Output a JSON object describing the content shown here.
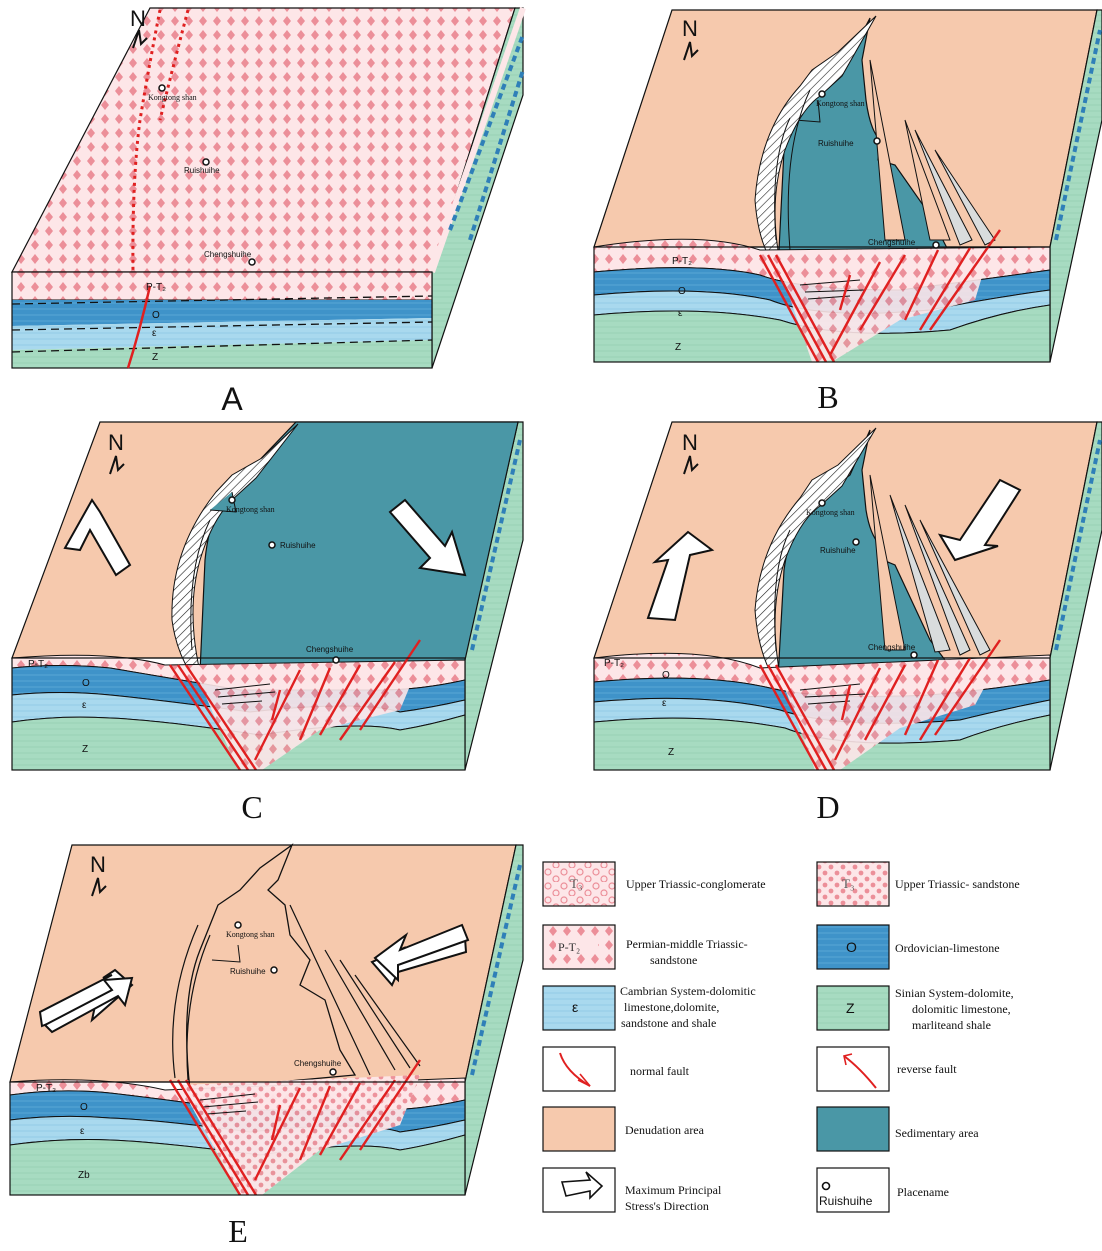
{
  "colors": {
    "denudation": "#f6c9ad",
    "sedimentary": "#4a97a6",
    "pt_layer_bg": "#fde6e8",
    "diamond": "#ec8f99",
    "ordovician": "#3f93c9",
    "cambrian": "#a9d9ee",
    "sinian": "#a7dbc1",
    "fault": "#e02020",
    "outline": "#111111"
  },
  "panels": {
    "A": {
      "caption": "A",
      "north": "N",
      "places": [
        "Kongtong shan",
        "Ruishuihe",
        "Chengshuihe"
      ],
      "strata": [
        "P-T₂",
        "O",
        "ε",
        "Z"
      ]
    },
    "B": {
      "caption": "B",
      "north": "N",
      "places": [
        "Kongtong shan",
        "Ruishuihe",
        "Chengshuihe"
      ],
      "strata": [
        "P-T₂",
        "O",
        "ε",
        "Z"
      ]
    },
    "C": {
      "caption": "C",
      "north": "N",
      "places": [
        "Kongtong shan",
        "Ruishuihe",
        "Chengshuihe"
      ],
      "strata": [
        "P-T₂",
        "O",
        "ε",
        "Z"
      ]
    },
    "D": {
      "caption": "D",
      "north": "N",
      "places": [
        "Kongtong shan",
        "Ruishuihe",
        "Chengshuihe"
      ],
      "strata": [
        "P-T₂",
        "O",
        "ε",
        "Z"
      ]
    },
    "E": {
      "caption": "E",
      "north": "N",
      "places": [
        "Kongtong shan",
        "Ruishuihe",
        "Chengshuihe"
      ],
      "strata": [
        "P-T₂",
        "O",
        "ε",
        "Zb"
      ]
    }
  },
  "legend": {
    "items": [
      {
        "symbol": "T₃",
        "label_lines": [
          "Upper Triassic-conglomerate"
        ]
      },
      {
        "symbol": "T₃",
        "label_lines": [
          "Upper Triassic- sandstone"
        ]
      },
      {
        "symbol": "P-T₂",
        "label_lines": [
          "Permian-middle Triassic-",
          "sandstone"
        ]
      },
      {
        "symbol": "O",
        "label_lines": [
          "Ordovician-limestone"
        ]
      },
      {
        "symbol": "ε",
        "label_lines": [
          "Cambrian System-dolomitic",
          "limestone,dolomite,",
          "sandstone and shale"
        ]
      },
      {
        "symbol": "Z",
        "label_lines": [
          "Sinian System-dolomite,",
          "dolomitic limestone,",
          "marliteand shale"
        ]
      },
      {
        "symbol": "",
        "label_lines": [
          "normal fault"
        ]
      },
      {
        "symbol": "",
        "label_lines": [
          "reverse fault"
        ]
      },
      {
        "symbol": "",
        "label_lines": [
          "Denudation area"
        ]
      },
      {
        "symbol": "",
        "label_lines": [
          "Sedimentary area"
        ]
      },
      {
        "symbol": "",
        "label_lines": [
          "Maximum Principal",
          "Stress's Direction"
        ]
      },
      {
        "symbol": "Ruishuihe",
        "label_lines": [
          "Placename"
        ]
      }
    ]
  }
}
